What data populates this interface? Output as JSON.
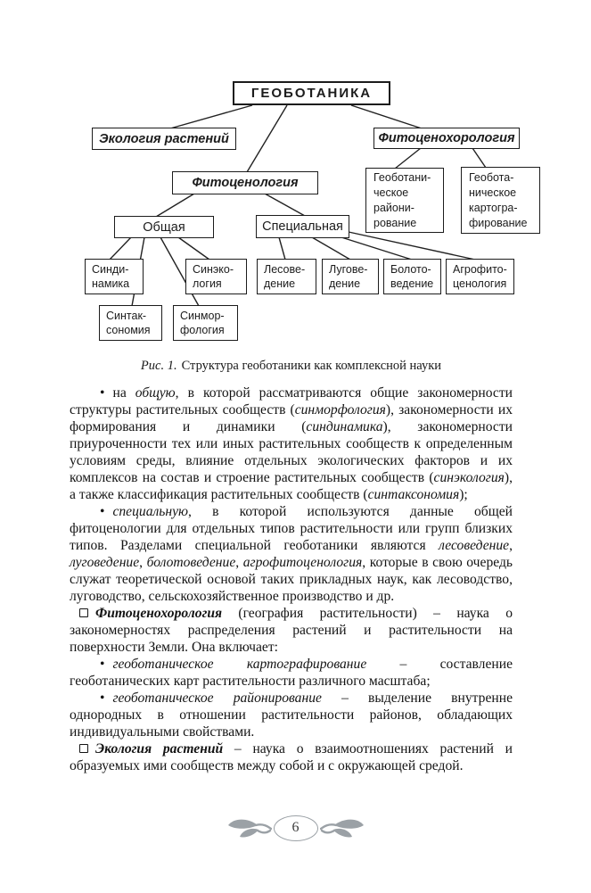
{
  "colors": {
    "ink": "#1c1c1c",
    "ornament": "#9ba1a6",
    "background": "#ffffff"
  },
  "diagram": {
    "boxes": {
      "root": "ГЕОБОТАНИКА",
      "ecology": "Экология растений",
      "phytocenology": "Фитоценология",
      "phytocenochorology": "Фитоценохорология",
      "general": "Общая",
      "special": "Специальная",
      "raionirovanie": "Геоботани-\nческое\nрайони-\nрование",
      "kartografirovanie": "Геобота-\nническое\nкартогра-\nфирование",
      "sindinamika": "Синди-\nнамика",
      "sintaksonomiya": "Синтак-\nсономия",
      "sinmorfologiya": "Синмор-\nфология",
      "sinekologiya": "Синэко-\nлогия",
      "lesovedenie": "Лесове-\nдение",
      "lugovedenie": "Лугове-\nдение",
      "bolotovedenie": "Болото-\nведение",
      "agrofitocenologiya": "Агрофито-\nценология"
    }
  },
  "caption": {
    "prefix": "Рис. 1.",
    "text": "Структура геоботаники как комплексной науки"
  },
  "body": {
    "paragraphs": [
      {
        "marker": "dot",
        "runs": [
          {
            "t": "на ",
            "s": ""
          },
          {
            "t": "общую",
            "s": "i"
          },
          {
            "t": ", в которой рассматриваются общие закономерности структуры растительных сообществ (",
            "s": ""
          },
          {
            "t": "синморфология",
            "s": "i"
          },
          {
            "t": "), закономерности их формирования и динамики (",
            "s": ""
          },
          {
            "t": "синдинамика",
            "s": "i"
          },
          {
            "t": "), закономерности приуроченности тех или иных растительных сообществ к определенным условиям среды, влияние отдельных экологических факторов и их комплексов на состав и строение растительных сообществ (",
            "s": ""
          },
          {
            "t": "синэкология",
            "s": "i"
          },
          {
            "t": "), а также классификация растительных сообществ (",
            "s": ""
          },
          {
            "t": "синтаксономия",
            "s": "i"
          },
          {
            "t": ");",
            "s": ""
          }
        ]
      },
      {
        "marker": "dot",
        "runs": [
          {
            "t": "специальную",
            "s": "i"
          },
          {
            "t": ", в которой используются данные общей фитоценологии для отдельных типов растительности или групп близких типов. Разделами специальной геоботаники являются ",
            "s": ""
          },
          {
            "t": "лесоведение",
            "s": "i"
          },
          {
            "t": ", ",
            "s": ""
          },
          {
            "t": "луговедение",
            "s": "i"
          },
          {
            "t": ", ",
            "s": ""
          },
          {
            "t": "болотоведение",
            "s": "i"
          },
          {
            "t": ", ",
            "s": ""
          },
          {
            "t": "агрофитоценология",
            "s": "i"
          },
          {
            "t": ", которые в свою очередь служат теоретической основой таких прикладных наук, как лесоводство, луговодство, сельскохозяйственное производство и др.",
            "s": ""
          }
        ]
      },
      {
        "marker": "square",
        "runs": [
          {
            "t": "Фитоценохорология",
            "s": "bi"
          },
          {
            "t": " (география растительности) – наука о закономерностях распределения растений и растительности на поверхности Земли. Она включает:",
            "s": ""
          }
        ]
      },
      {
        "marker": "dot",
        "runs": [
          {
            "t": "геоботаническое картографирование",
            "s": "i"
          },
          {
            "t": " – составление геоботанических карт растительности различного масштаба;",
            "s": ""
          }
        ]
      },
      {
        "marker": "dot",
        "runs": [
          {
            "t": "геоботаническое районирование",
            "s": "i"
          },
          {
            "t": " – выделение внутренне однородных в отношении растительности районов, обладающих индивидуальными свойствами.",
            "s": ""
          }
        ]
      },
      {
        "marker": "square",
        "runs": [
          {
            "t": "Экология растений",
            "s": "bi"
          },
          {
            "t": " – наука о взаимоотношениях растений и образуемых ими сообществ между собой и с окружающей средой.",
            "s": ""
          }
        ]
      }
    ]
  },
  "footer": {
    "page_number": "6"
  }
}
